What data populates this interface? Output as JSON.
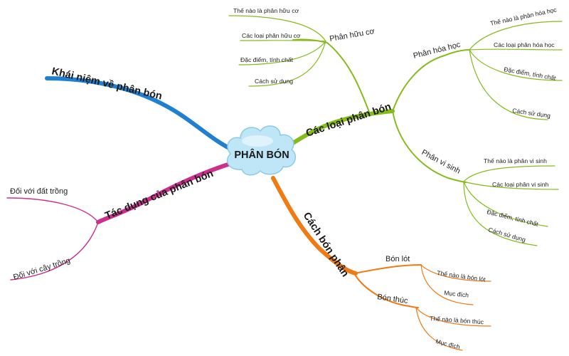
{
  "center": {
    "label": "PHÂN BÓN"
  },
  "colors": {
    "blue": "#1f7fd1",
    "green": "#86bb1c",
    "orange": "#f07a14",
    "magenta": "#cc2f8c",
    "cloud_fill": "#bfe6f7",
    "cloud_stroke": "#8ccbe8"
  },
  "branches": {
    "khai_niem": {
      "label": "Khái niệm về phân bón"
    },
    "cac_loai": {
      "label": "Các loại phân bón",
      "huu_co": {
        "label": "Phân hữu cơ",
        "items": [
          "Thế nào là phân hữu cơ",
          "Các loại phân hữu cơ",
          "Đặc điểm, tính chất",
          "Cách sử dụng"
        ]
      },
      "hoa_hoc": {
        "label": "Phân hóa học",
        "items": [
          "Thế nào là phân hóa học",
          "Các loại phân hóa học",
          "Đặc điểm, tính chất",
          "Cách sử dụng"
        ]
      },
      "vi_sinh": {
        "label": "Phân vi sinh",
        "items": [
          "Thế nào là phân vi sinh",
          "Các loại phân vi sinh",
          "Đặc điểm, tính chất",
          "Cách sử dụng"
        ]
      }
    },
    "tac_dung": {
      "label": "Tác dụng của phân bón",
      "items": [
        "Đối với đất trồng",
        "Đối với cây trồng"
      ]
    },
    "cach_bon": {
      "label": "Cách bón phân",
      "bon_lot": {
        "label": "Bón lót",
        "items": [
          "Thế nào là bón lót",
          "Mục đích"
        ]
      },
      "bon_thuc": {
        "label": "Bón thúc",
        "items": [
          "Thế nào là bón thúc",
          "Mục đích"
        ]
      }
    }
  }
}
